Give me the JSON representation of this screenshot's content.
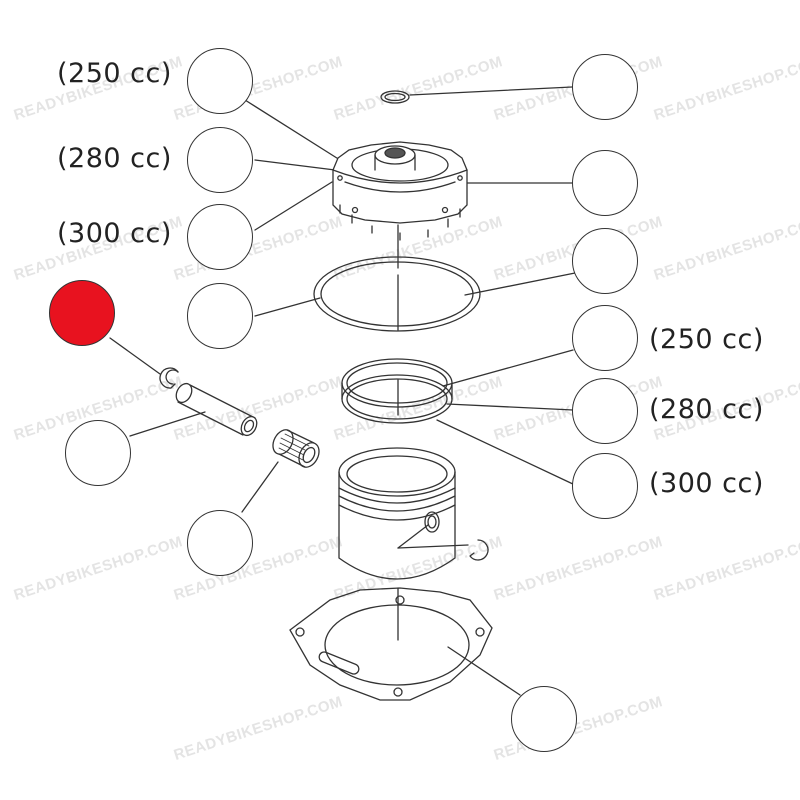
{
  "watermark_text": "READYBIKESHOP.COM",
  "colors": {
    "line": "#333333",
    "selected_callout": "#e8121f",
    "watermark": "#e4e4e4",
    "background": "#ffffff"
  },
  "labels": {
    "head_250": "(250 cc)",
    "head_280": "(280 cc)",
    "head_300": "(300 cc)",
    "piston_250": "(250 cc)",
    "piston_280": "(280 cc)",
    "piston_300": "(300 cc)"
  },
  "callouts": [
    {
      "part": "cylinder-head-250cc",
      "selected": false
    },
    {
      "part": "cylinder-head-280cc",
      "selected": false
    },
    {
      "part": "cylinder-head-300cc",
      "selected": false
    },
    {
      "part": "spark-plug-o-ring",
      "selected": false
    },
    {
      "part": "cylinder-head-insert",
      "selected": false
    },
    {
      "part": "large-o-ring",
      "selected": false
    },
    {
      "part": "head-o-ring",
      "selected": false
    },
    {
      "part": "piston-pin-circlip",
      "selected": true
    },
    {
      "part": "piston-250cc",
      "selected": false
    },
    {
      "part": "piston-280cc",
      "selected": false
    },
    {
      "part": "piston-300cc",
      "selected": false
    },
    {
      "part": "piston-pin",
      "selected": false
    },
    {
      "part": "needle-bearing",
      "selected": false
    },
    {
      "part": "base-gasket",
      "selected": false
    }
  ]
}
